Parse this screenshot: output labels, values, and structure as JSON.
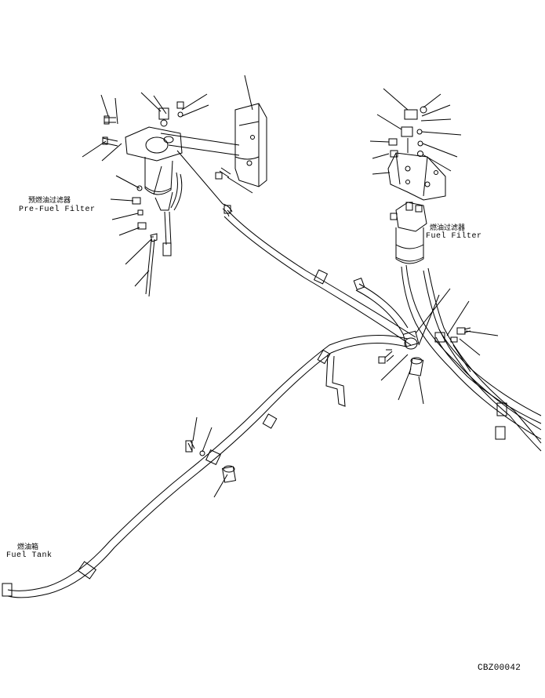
{
  "labels": {
    "pre_filter_cn": "预燃油过滤器",
    "pre_filter_en": "Pre-Fuel Filter",
    "fuel_filter_cn": "燃油过滤器",
    "fuel_filter_en": "Fuel Filter",
    "fuel_tank_cn": "燃油箱",
    "fuel_tank_en": "Fuel Tank"
  },
  "drawing_code": "CBZ00042",
  "colors": {
    "line": "#000000",
    "background": "#ffffff"
  }
}
